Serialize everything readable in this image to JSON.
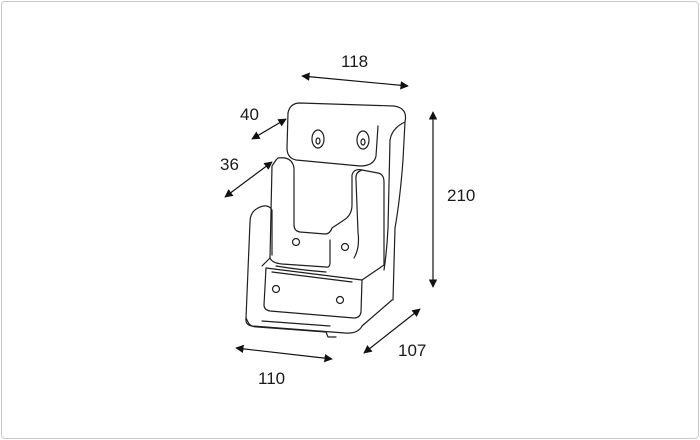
{
  "dimensions": {
    "top_width": "118",
    "back_depth": "40",
    "front_depth": "36",
    "height": "210",
    "bottom_width": "110",
    "base_depth": "107"
  },
  "colors": {
    "line": "#1f1f1f",
    "frame": "#c9c9c9",
    "background": "#ffffff"
  }
}
